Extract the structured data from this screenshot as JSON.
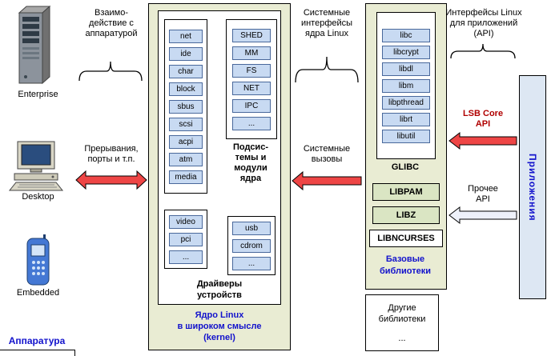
{
  "hardware": {
    "items": [
      "Enterprise",
      "Desktop",
      "Embedded"
    ],
    "title": "Аппаратура"
  },
  "hw_interface": {
    "caption": [
      "Взаимо-",
      "действие с",
      "аппаратурой"
    ],
    "arrow_label": [
      "Прерывания,",
      "порты и т.п."
    ]
  },
  "kernel": {
    "devices": [
      "net",
      "ide",
      "char",
      "block",
      "sbus",
      "scsi",
      "acpi",
      "atm",
      "media"
    ],
    "subsystems": [
      "SHED",
      "MM",
      "FS",
      "NET",
      "IPC",
      "..."
    ],
    "subsystems_label": [
      "Подсис-",
      "темы и",
      "модули",
      "ядра"
    ],
    "drivers_left": [
      "video",
      "pci",
      "..."
    ],
    "drivers_right": [
      "usb",
      "cdrom",
      "..."
    ],
    "drivers_label": [
      "Драйверы",
      "устройств"
    ],
    "title": [
      "Ядро Linux",
      "в широком смысле",
      "(kernel)"
    ]
  },
  "kernel_interface": {
    "caption": [
      "Системные",
      "интерфейсы",
      "ядра Linux"
    ],
    "arrow_label": [
      "Системные",
      "вызовы"
    ]
  },
  "libraries": {
    "glibc_items": [
      "libc",
      "libcrypt",
      "libdl",
      "libm",
      "libpthread",
      "librt",
      "libutil"
    ],
    "glibc_label": "GLIBC",
    "named_libs": [
      "LIBPAM",
      "LIBZ",
      "LIBNCURSES"
    ],
    "title": [
      "Базовые",
      "библиотеки"
    ]
  },
  "other_libraries": {
    "lines": [
      "Другие",
      "библиотеки"
    ],
    "ellipsis": "..."
  },
  "api": {
    "caption": [
      "Интерфейсы Linux",
      "для приложений",
      "(API)"
    ],
    "lsb_label": [
      "LSB Core",
      "API"
    ],
    "other_label": [
      "Прочее",
      "API"
    ]
  },
  "applications": {
    "title": "Приложения"
  },
  "colors": {
    "olive-panel": "#e9ecd3",
    "blue-box": "#c8daf2",
    "blue-box-border": "#49689b",
    "arrow-red": "#ee4545",
    "arrow-pale": "#eef1fa",
    "green-box": "#dae5c3",
    "apps-panel": "#dde7f3",
    "blue-text": "#1212cc",
    "lsb-text": "#b00000"
  }
}
